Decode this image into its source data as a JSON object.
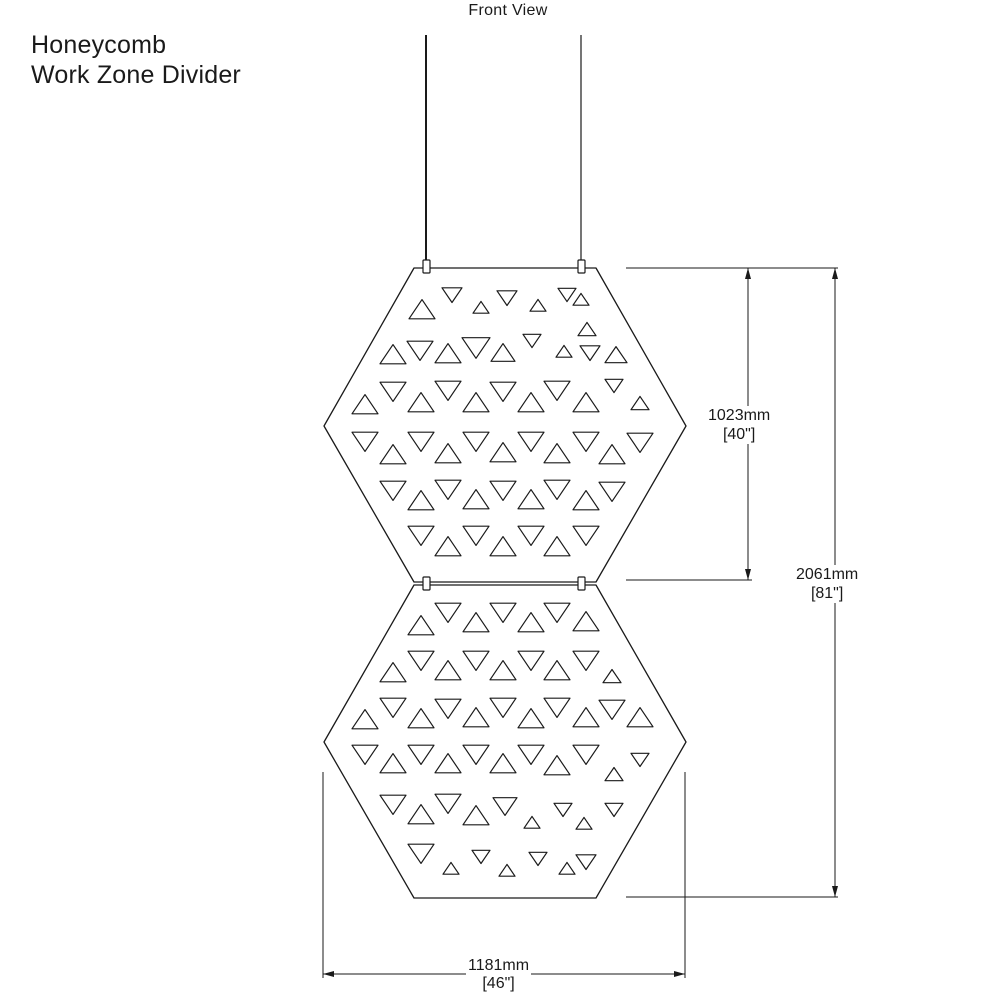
{
  "title": {
    "line1": "Honeycomb",
    "line2": "Work Zone Divider"
  },
  "view_label": "Front View",
  "dimensions": {
    "panel_height": {
      "metric": "1023mm",
      "imperial": "[40\"]"
    },
    "total_height": {
      "metric": "2061mm",
      "imperial": "[81\"]"
    },
    "width": {
      "metric": "1181mm",
      "imperial": "[46\"]"
    }
  },
  "colors": {
    "line": "#1a1a1a",
    "background": "#ffffff"
  }
}
